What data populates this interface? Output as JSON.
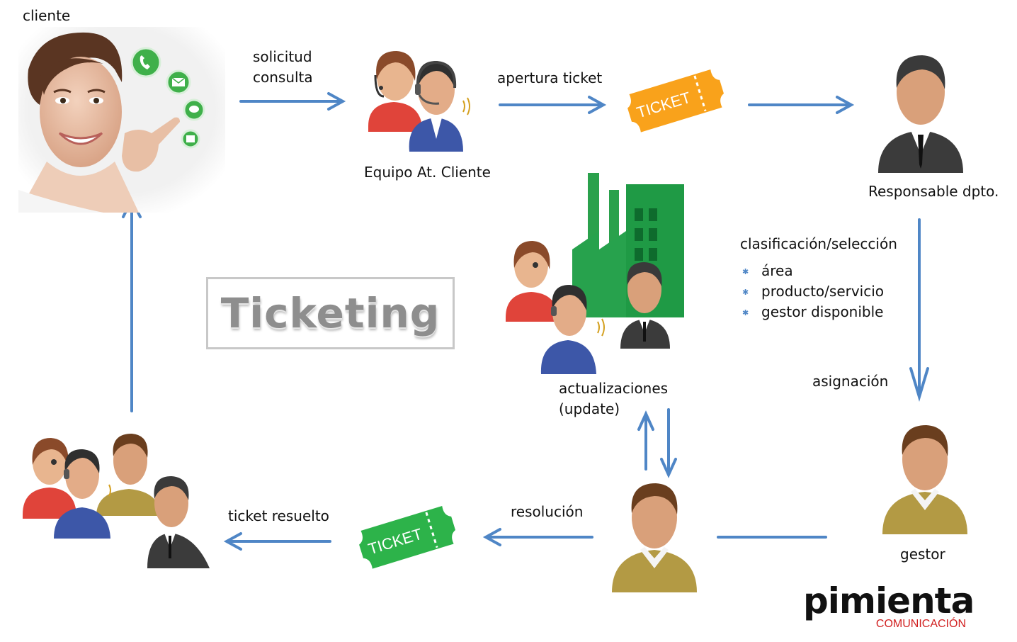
{
  "title": "Ticketing",
  "labels": {
    "cliente": "cliente",
    "solicitud": "solicitud",
    "consulta": "consulta",
    "equipo": "Equipo At. Cliente",
    "apertura": "apertura ticket",
    "responsable": "Responsable dpto.",
    "clasificacion": "clasificación/selección",
    "asignacion": "asignación",
    "gestor": "gestor",
    "resolucion": "resolución",
    "ticket_resuelto": "ticket resuelto",
    "actualizaciones": "actualizaciones",
    "update": "(update)"
  },
  "criteria": [
    "área",
    "producto/servicio",
    "gestor disponible"
  ],
  "tickets": {
    "orange": "TICKET",
    "green": "TICKET"
  },
  "logo": {
    "name": "pimienta",
    "sub": "COMUNICACIÓN"
  },
  "colors": {
    "arrow": "#4f86c6",
    "ticket_orange": "#f9a21b",
    "ticket_green": "#2db34a",
    "factory": "#1f9a45",
    "logo_red": "#d12020"
  }
}
